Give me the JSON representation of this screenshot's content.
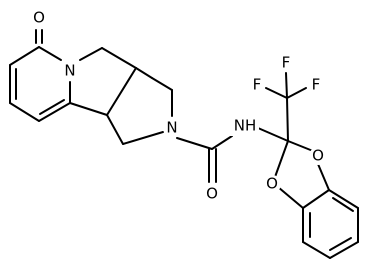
{
  "molecule": {
    "atoms": {
      "oxo": "O",
      "pyridone_n": "N",
      "amide_n": "N",
      "nh": "NH",
      "carbonyl_o": "O",
      "f_left": "F",
      "f_top": "F",
      "f_right": "F",
      "dioxole_o_top": "O",
      "dioxole_o_left": "O"
    }
  }
}
